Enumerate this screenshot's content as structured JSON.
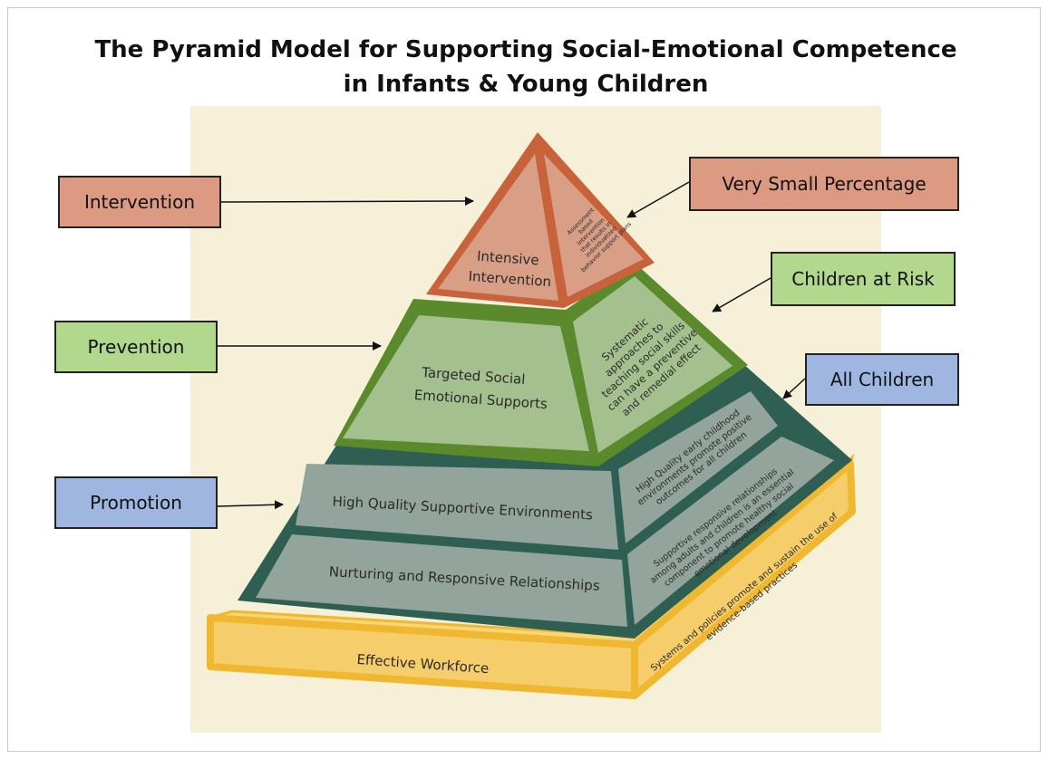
{
  "title_line1": "The Pyramid Model for Supporting Social-Emotional Competence",
  "title_line2": "in Infants & Young Children",
  "left_labels": {
    "intervention": "Intervention",
    "prevention": "Prevention",
    "promotion": "Promotion"
  },
  "right_labels": {
    "very_small": "Very Small Percentage",
    "at_risk": "Children at Risk",
    "all": "All Children"
  },
  "tiers": {
    "top_front_line1": "Intensive",
    "top_front_line2": "Intervention",
    "top_side": [
      "Assessment",
      "based",
      "intervention",
      "that results in",
      "individualized",
      "behavior support plans"
    ],
    "middle_front_line1": "Targeted Social",
    "middle_front_line2": "Emotional Supports",
    "middle_side": [
      "Systematic",
      "approaches to",
      "teaching social skills",
      "can have a preventive",
      "and remedial effect"
    ],
    "bottom_front_upper": "High Quality Supportive Environments",
    "bottom_front_lower": "Nurturing and Responsive Relationships",
    "bottom_side_upper": [
      "High Quality early childhood",
      "environments promote positive",
      "outcomes for all children"
    ],
    "bottom_side_lower": [
      "Supportive responsive relationships",
      "among adults and children is an essential",
      "component to promote healthy social",
      "emotional development"
    ],
    "base_front": "Effective Workforce",
    "base_side": [
      "Systems and policies promote and sustain the use of",
      "evidence-based practices"
    ]
  },
  "colors": {
    "background_panel": "#f6f0d8",
    "intervention_box": "#dc9a82",
    "prevention_box": "#b2d88e",
    "promotion_box": "#9eb6e0",
    "top_tier_fill": "#d89e86",
    "top_tier_border": "#c8623a",
    "middle_tier_fill": "#a4c08e",
    "middle_tier_border": "#5a8a2c",
    "bottom_tier_fill": "#93a49c",
    "bottom_tier_border": "#2f5e52",
    "base_fill": "#f5cd6a",
    "base_border": "#f0b830"
  }
}
